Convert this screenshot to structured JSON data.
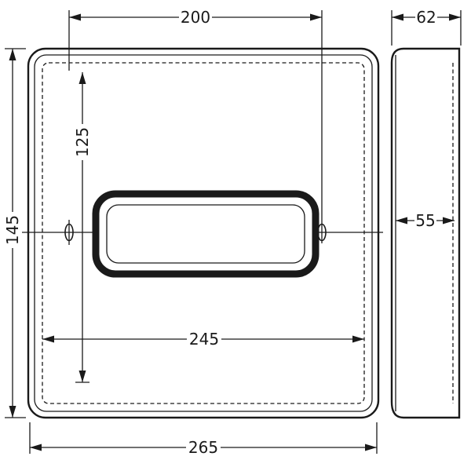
{
  "colors": {
    "line": "#1a1a1a",
    "background": "#ffffff"
  },
  "dimensions": {
    "mounting_hole_spacing": "200",
    "side_depth": "62",
    "vertical_offset": "125",
    "overall_height": "145",
    "side_inner_depth": "55",
    "inner_width": "245",
    "overall_width": "265"
  }
}
